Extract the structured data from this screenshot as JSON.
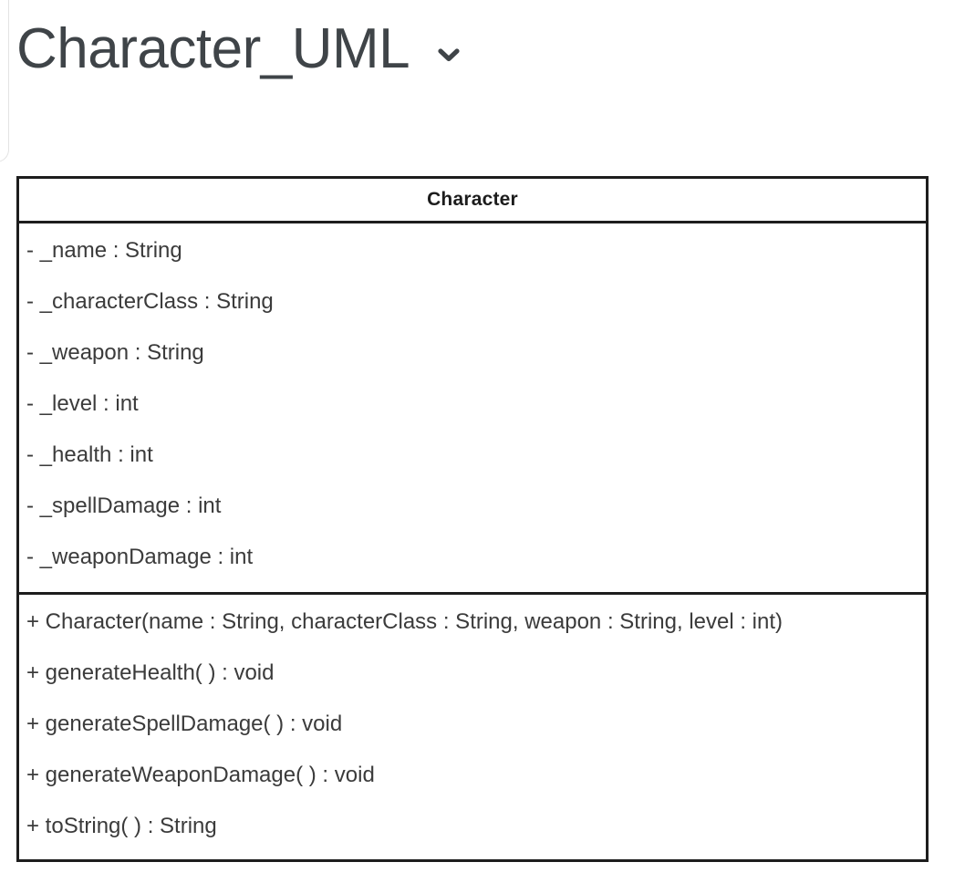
{
  "document": {
    "title": "Character_UML",
    "title_color": "#3f4448",
    "dropdown_icon": "chevron-down-icon"
  },
  "diagram": {
    "type": "uml-class-diagram",
    "border_color": "#1d1d1d",
    "background": "#ffffff",
    "classes": [
      {
        "name": "Character",
        "attributes": [
          "- _name : String",
          "- _characterClass : String",
          "- _weapon : String",
          "- _level : int",
          "- _health : int",
          "- _spellDamage : int",
          "- _weaponDamage : int"
        ],
        "methods": [
          "+ Character(name : String, characterClass : String, weapon : String, level : int)",
          "+ generateHealth( ) : void",
          "+ generateSpellDamage( ) : void",
          "+ generateWeaponDamage( ) : void",
          "+ toString( ) : String"
        ]
      }
    ]
  }
}
